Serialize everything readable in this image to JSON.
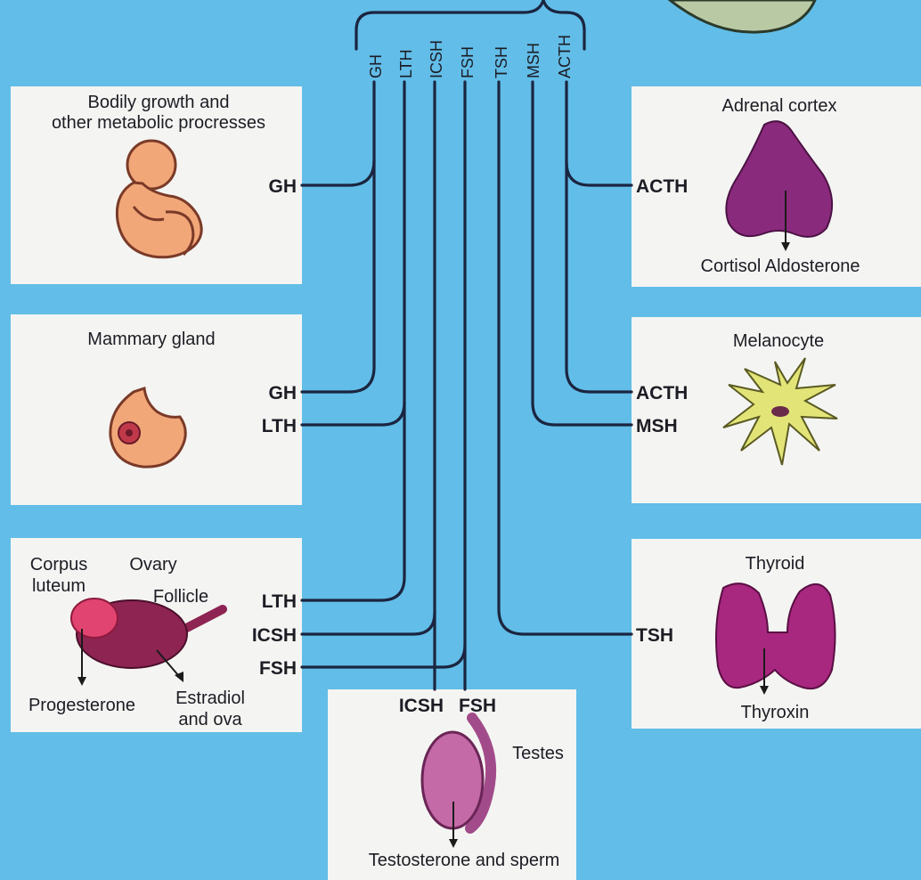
{
  "top_hormone_labels": [
    "GH",
    "LTH",
    "ICSH",
    "FSH",
    "TSH",
    "MSH",
    "ACTH"
  ],
  "panels": {
    "growth": {
      "title_line1": "Bodily growth and",
      "title_line2": "other metabolic procresses",
      "hormone": "GH",
      "icon": "fetus-icon"
    },
    "mammary": {
      "title": "Mammary gland",
      "hormones": [
        "GH",
        "LTH"
      ],
      "icon": "breast-icon"
    },
    "ovary": {
      "label_corpus_1": "Corpus",
      "label_corpus_2": "luteum",
      "label_ovary": "Ovary",
      "label_follicle": "Follicle",
      "output_progesterone": "Progesterone",
      "output_estradiol_1": "Estradiol",
      "output_estradiol_2": "and ova",
      "hormones": [
        "LTH",
        "ICSH",
        "FSH"
      ],
      "icon": "ovary-icon"
    },
    "testes": {
      "hormones": [
        "ICSH",
        "FSH"
      ],
      "title": "Testes",
      "output": "Testosterone and sperm",
      "icon": "testes-icon"
    },
    "adrenal": {
      "title": "Adrenal cortex",
      "hormone": "ACTH",
      "output": "Cortisol Aldosterone",
      "icon": "adrenal-gland-icon"
    },
    "melanocyte": {
      "title": "Melanocyte",
      "hormones": [
        "ACTH",
        "MSH"
      ],
      "icon": "melanocyte-icon"
    },
    "thyroid": {
      "title": "Thyroid",
      "hormone": "TSH",
      "output": "Thyroxin",
      "icon": "thyroid-icon"
    }
  },
  "colors": {
    "background": "#62bde8",
    "panel": "#f4f5f2",
    "line": "#1b2540",
    "adrenal": "#8a2a7c",
    "thyroid": "#a8277f",
    "melanocyte": "#e2e478",
    "ovary": "#8e2452",
    "testes": "#c46aa6"
  }
}
